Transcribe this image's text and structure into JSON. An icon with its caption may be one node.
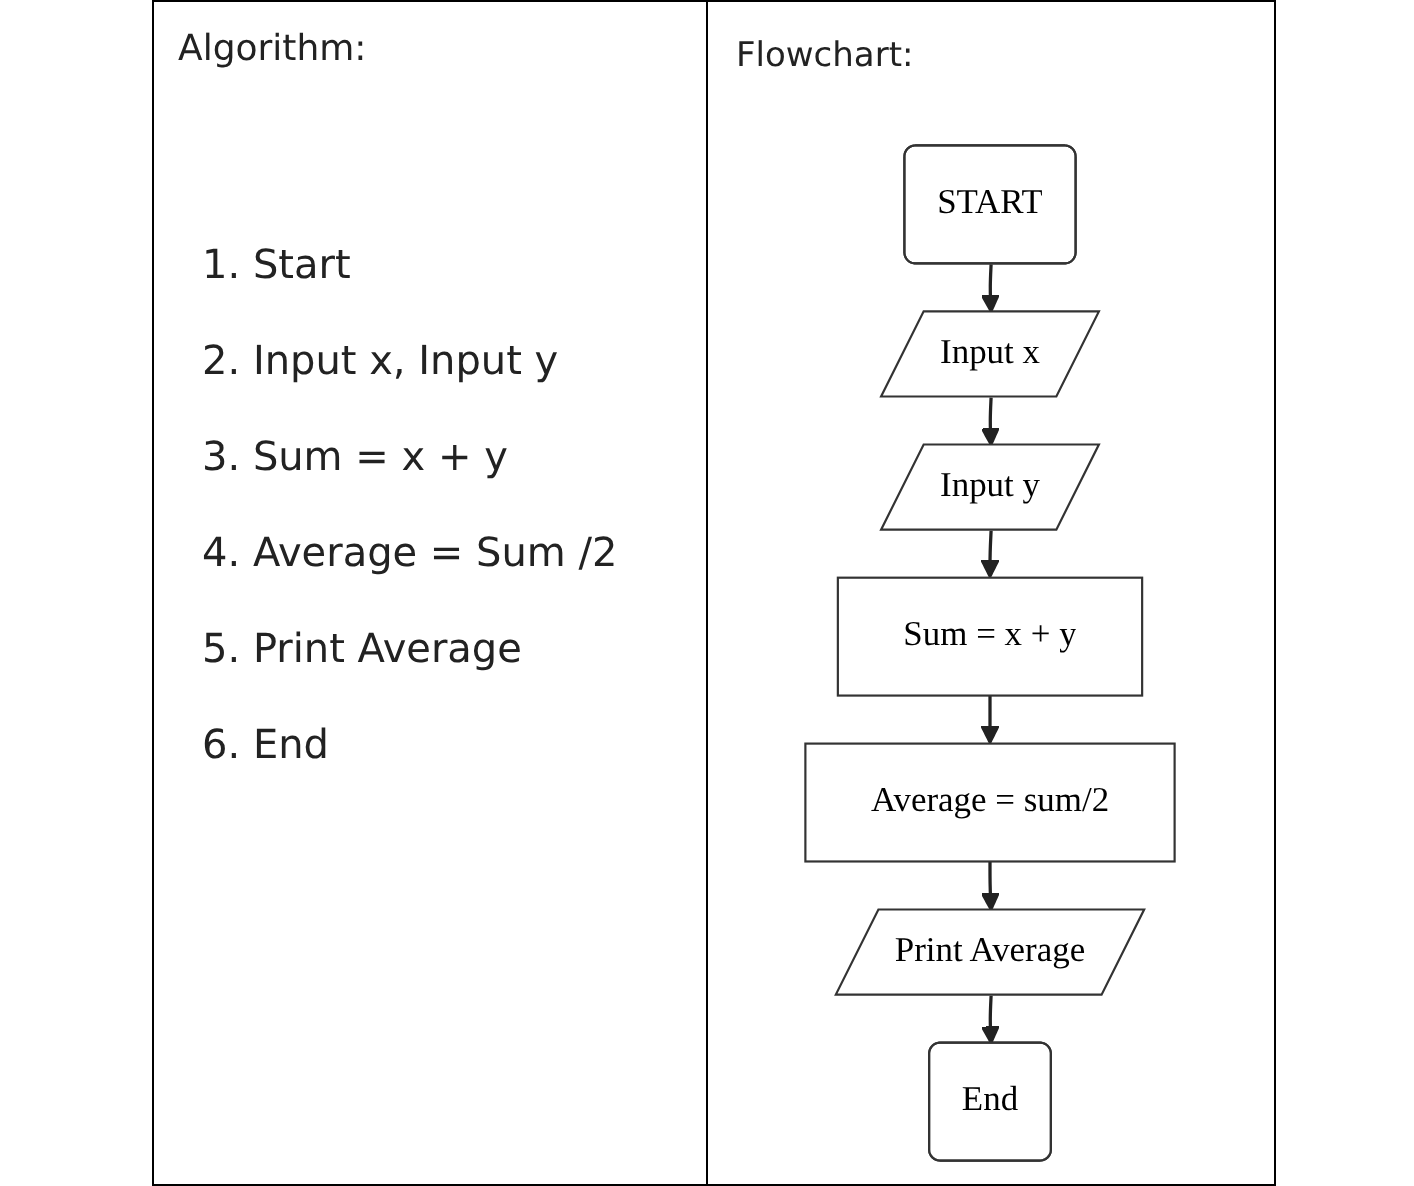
{
  "diagram": {
    "nodes": [
      {
        "text": [
          "START"
        ]
      },
      {
        "text": [
          "Input x"
        ]
      },
      {
        "text": [
          "Input y"
        ]
      },
      {
        "text": [
          "Sum = x + y"
        ]
      },
      {
        "text": [
          "Average = sum/2"
        ]
      },
      {
        "text": [
          "Print Average"
        ]
      },
      {
        "text": [
          "End"
        ]
      }
    ],
    "edges": [
      {
        "from": 0,
        "to": 1,
        "arrow": "to"
      },
      {
        "from": 1,
        "to": 2,
        "arrow": "to"
      },
      {
        "from": 2,
        "to": 3,
        "arrow": "to"
      },
      {
        "from": 3,
        "to": 4,
        "arrow": "to"
      },
      {
        "from": 4,
        "to": 5,
        "arrow": "to"
      },
      {
        "from": 5,
        "to": 6,
        "arrow": "to"
      }
    ],
    "labels": [
      "Algorithm:",
      "1. Start",
      "2. Input x, Input y",
      "3. Sum = x + y",
      "4. Average = Sum /2",
      "5. Print Average",
      "6. End",
      "Flowchart:"
    ]
  }
}
